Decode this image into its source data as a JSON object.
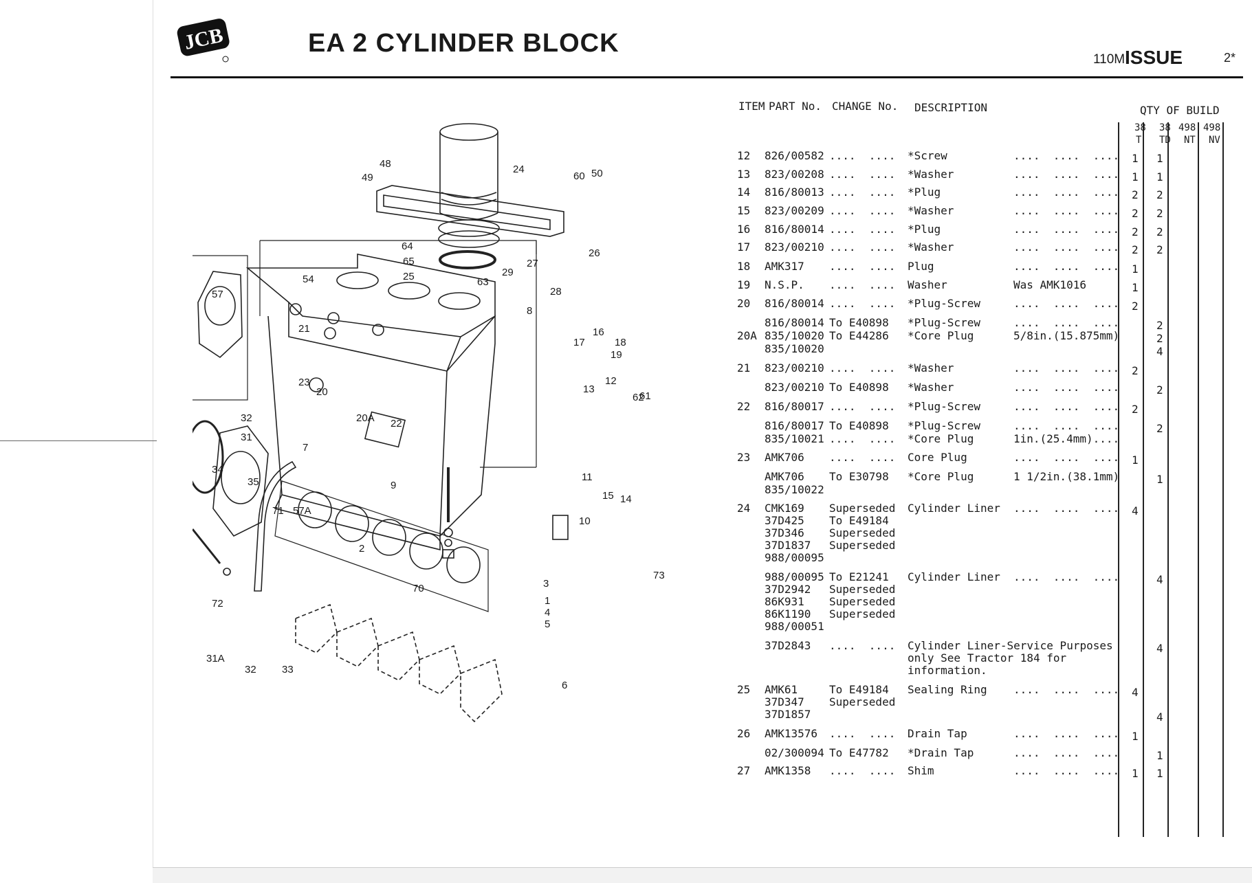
{
  "header": {
    "logo_text": "JCB",
    "title": "EA 2 CYLINDER BLOCK",
    "issue_code": "110M",
    "issue_label": "ISSUE",
    "page_number": "2*"
  },
  "table_headers": {
    "item": "ITEM",
    "part": "PART No.",
    "change": "CHANGE No.",
    "description": "DESCRIPTION",
    "qty": "QTY OF BUILD",
    "cols": [
      {
        "top": "38",
        "bottom": "T"
      },
      {
        "top": "38",
        "bottom": "TD"
      },
      {
        "top": "498",
        "bottom": "NT"
      },
      {
        "top": "498",
        "bottom": "NV"
      }
    ]
  },
  "diagram": {
    "callouts": [
      "48",
      "24",
      "49",
      "60",
      "50",
      "64",
      "65",
      "25",
      "27",
      "26",
      "29",
      "63",
      "28",
      "54",
      "57",
      "8",
      "21",
      "16",
      "17",
      "18",
      "19",
      "23",
      "20",
      "12",
      "62",
      "61",
      "13",
      "20A",
      "22",
      "32",
      "31",
      "7",
      "11",
      "34",
      "35",
      "71",
      "57A",
      "9",
      "15",
      "14",
      "10",
      "2",
      "73",
      "3",
      "70",
      "1",
      "4",
      "5",
      "72",
      "31A",
      "32",
      "33",
      "6"
    ]
  },
  "rows": [
    {
      "item": "12",
      "part": "826/00582",
      "change": "....  ....",
      "desc": "*Screw",
      "note": "....  ....  ....",
      "q1": "1",
      "q2": "1"
    },
    {
      "item": "13",
      "part": "823/00208",
      "change": "....  ....",
      "desc": "*Washer",
      "note": "....  ....  ....",
      "q1": "1",
      "q2": "1"
    },
    {
      "item": "14",
      "part": "816/80013",
      "change": "....  ....",
      "desc": "*Plug",
      "note": "....  ....  ....",
      "q1": "2",
      "q2": "2"
    },
    {
      "item": "15",
      "part": "823/00209",
      "change": "....  ....",
      "desc": "*Washer",
      "note": "....  ....  ....",
      "q1": "2",
      "q2": "2"
    },
    {
      "item": "16",
      "part": "816/80014",
      "change": "....  ....",
      "desc": "*Plug",
      "note": "....  ....  ....",
      "q1": "2",
      "q2": "2"
    },
    {
      "item": "17",
      "part": "823/00210",
      "change": "....  ....",
      "desc": "*Washer",
      "note": "....  ....  ....",
      "q1": "2",
      "q2": "2"
    },
    {
      "item": "18",
      "part": "AMK317",
      "change": "....  ....",
      "desc": "Plug",
      "note": "....  ....  ....",
      "q1": "1",
      "q2": ""
    },
    {
      "item": "19",
      "part": "N.S.P.",
      "change": "....  ....",
      "desc": "Washer",
      "note": "Was AMK1016",
      "q1": "1",
      "q2": ""
    },
    {
      "item": "20",
      "part": "816/80014",
      "change": "....  ....",
      "desc": "*Plug-Screw",
      "note": "....  ....  ....",
      "q1": "2",
      "q2": ""
    },
    {
      "item": "",
      "part": "816/80014",
      "change": "To E40898",
      "desc": "*Plug-Screw",
      "note": "....  ....  ....",
      "q1": "",
      "q2": "2"
    },
    {
      "item": "20A",
      "part": "835/10020",
      "change": "To E44286",
      "desc": "*Core Plug",
      "note": "5/8in.(15.875mm)",
      "q1": "",
      "q2": "2"
    },
    {
      "item": "",
      "part": "835/10020",
      "change": "",
      "desc": "",
      "note": "",
      "q1": "",
      "q2": "4"
    },
    {
      "item": "21",
      "part": "823/00210",
      "change": "....  ....",
      "desc": "*Washer",
      "note": "....  ....  ....",
      "q1": "2",
      "q2": ""
    },
    {
      "item": "",
      "part": "823/00210",
      "change": "To E40898",
      "desc": "*Washer",
      "note": "....  ....  ....",
      "q1": "",
      "q2": "2"
    },
    {
      "item": "22",
      "part": "816/80017",
      "change": "....  ....",
      "desc": "*Plug-Screw",
      "note": "....  ....  ....",
      "q1": "2",
      "q2": ""
    },
    {
      "item": "",
      "part": "816/80017",
      "change": "To E40898",
      "desc": "*Plug-Screw",
      "note": "....  ....  ....",
      "q1": "",
      "q2": "2"
    },
    {
      "item": "",
      "part": "835/10021",
      "change": "....  ....",
      "desc": "*Core Plug",
      "note": "1in.(25.4mm)....",
      "q1": "",
      "q2": ""
    },
    {
      "item": "23",
      "part": "AMK706",
      "change": "....  ....",
      "desc": "Core Plug",
      "note": "....  ....  ....",
      "q1": "1",
      "q2": ""
    },
    {
      "item": "",
      "part": "AMK706",
      "change": "To E30798",
      "desc": "*Core Plug",
      "note": "1 1/2in.(38.1mm)",
      "q1": "",
      "q2": "1"
    },
    {
      "item": "",
      "part": "835/10022",
      "change": "",
      "desc": "",
      "note": "",
      "q1": "",
      "q2": ""
    },
    {
      "item": "24",
      "part": "CMK169",
      "change": "Superseded",
      "desc": "Cylinder Liner",
      "note": "....  ....  ....",
      "q1": "4",
      "q2": ""
    },
    {
      "item": "",
      "part": "37D425",
      "change": "To E49184",
      "desc": "",
      "note": "",
      "q1": "",
      "q2": ""
    },
    {
      "item": "",
      "part": "37D346",
      "change": "Superseded",
      "desc": "",
      "note": "",
      "q1": "",
      "q2": ""
    },
    {
      "item": "",
      "part": "37D1837",
      "change": "Superseded",
      "desc": "",
      "note": "",
      "q1": "",
      "q2": ""
    },
    {
      "item": "",
      "part": "988/00095",
      "change": "",
      "desc": "",
      "note": "",
      "q1": "",
      "q2": ""
    },
    {
      "item": "",
      "part": "988/00095",
      "change": "To E21241",
      "desc": "Cylinder Liner",
      "note": "....  ....  ....",
      "q1": "",
      "q2": "4"
    },
    {
      "item": "",
      "part": "37D2942",
      "change": "Superseded",
      "desc": "",
      "note": "",
      "q1": "",
      "q2": ""
    },
    {
      "item": "",
      "part": "86K931",
      "change": "Superseded",
      "desc": "",
      "note": "",
      "q1": "",
      "q2": ""
    },
    {
      "item": "",
      "part": "86K1190",
      "change": "Superseded",
      "desc": "",
      "note": "",
      "q1": "",
      "q2": ""
    },
    {
      "item": "",
      "part": "988/00051",
      "change": "",
      "desc": "",
      "note": "",
      "q1": "",
      "q2": ""
    },
    {
      "item": "",
      "part": "37D2843",
      "change": "....  ....",
      "desc": "Cylinder Liner-Service Purposes",
      "note": "",
      "q1": "",
      "q2": "4"
    },
    {
      "item": "",
      "part": "",
      "change": "",
      "desc": "only See Tractor 184 for",
      "note": "",
      "q1": "",
      "q2": ""
    },
    {
      "item": "",
      "part": "",
      "change": "",
      "desc": "information.",
      "note": "",
      "q1": "",
      "q2": ""
    },
    {
      "item": "25",
      "part": "AMK61",
      "change": "To E49184",
      "desc": "Sealing Ring",
      "note": "....  ....  ....",
      "q1": "4",
      "q2": ""
    },
    {
      "item": "",
      "part": "37D347",
      "change": "Superseded",
      "desc": "",
      "note": "",
      "q1": "",
      "q2": ""
    },
    {
      "item": "",
      "part": "37D1857",
      "change": "",
      "desc": "",
      "note": "",
      "q1": "",
      "q2": "4"
    },
    {
      "item": "26",
      "part": "AMK13576",
      "change": "....  ....",
      "desc": "Drain Tap",
      "note": "....  ....  ....",
      "q1": "1",
      "q2": ""
    },
    {
      "item": "",
      "part": "02/300094",
      "change": "To E47782",
      "desc": "*Drain Tap",
      "note": "....  ....  ....",
      "q1": "",
      "q2": "1"
    },
    {
      "item": "27",
      "part": "AMK1358",
      "change": "....  ....",
      "desc": "Shim",
      "note": "....  ....  ....",
      "q1": "1",
      "q2": "1"
    }
  ]
}
